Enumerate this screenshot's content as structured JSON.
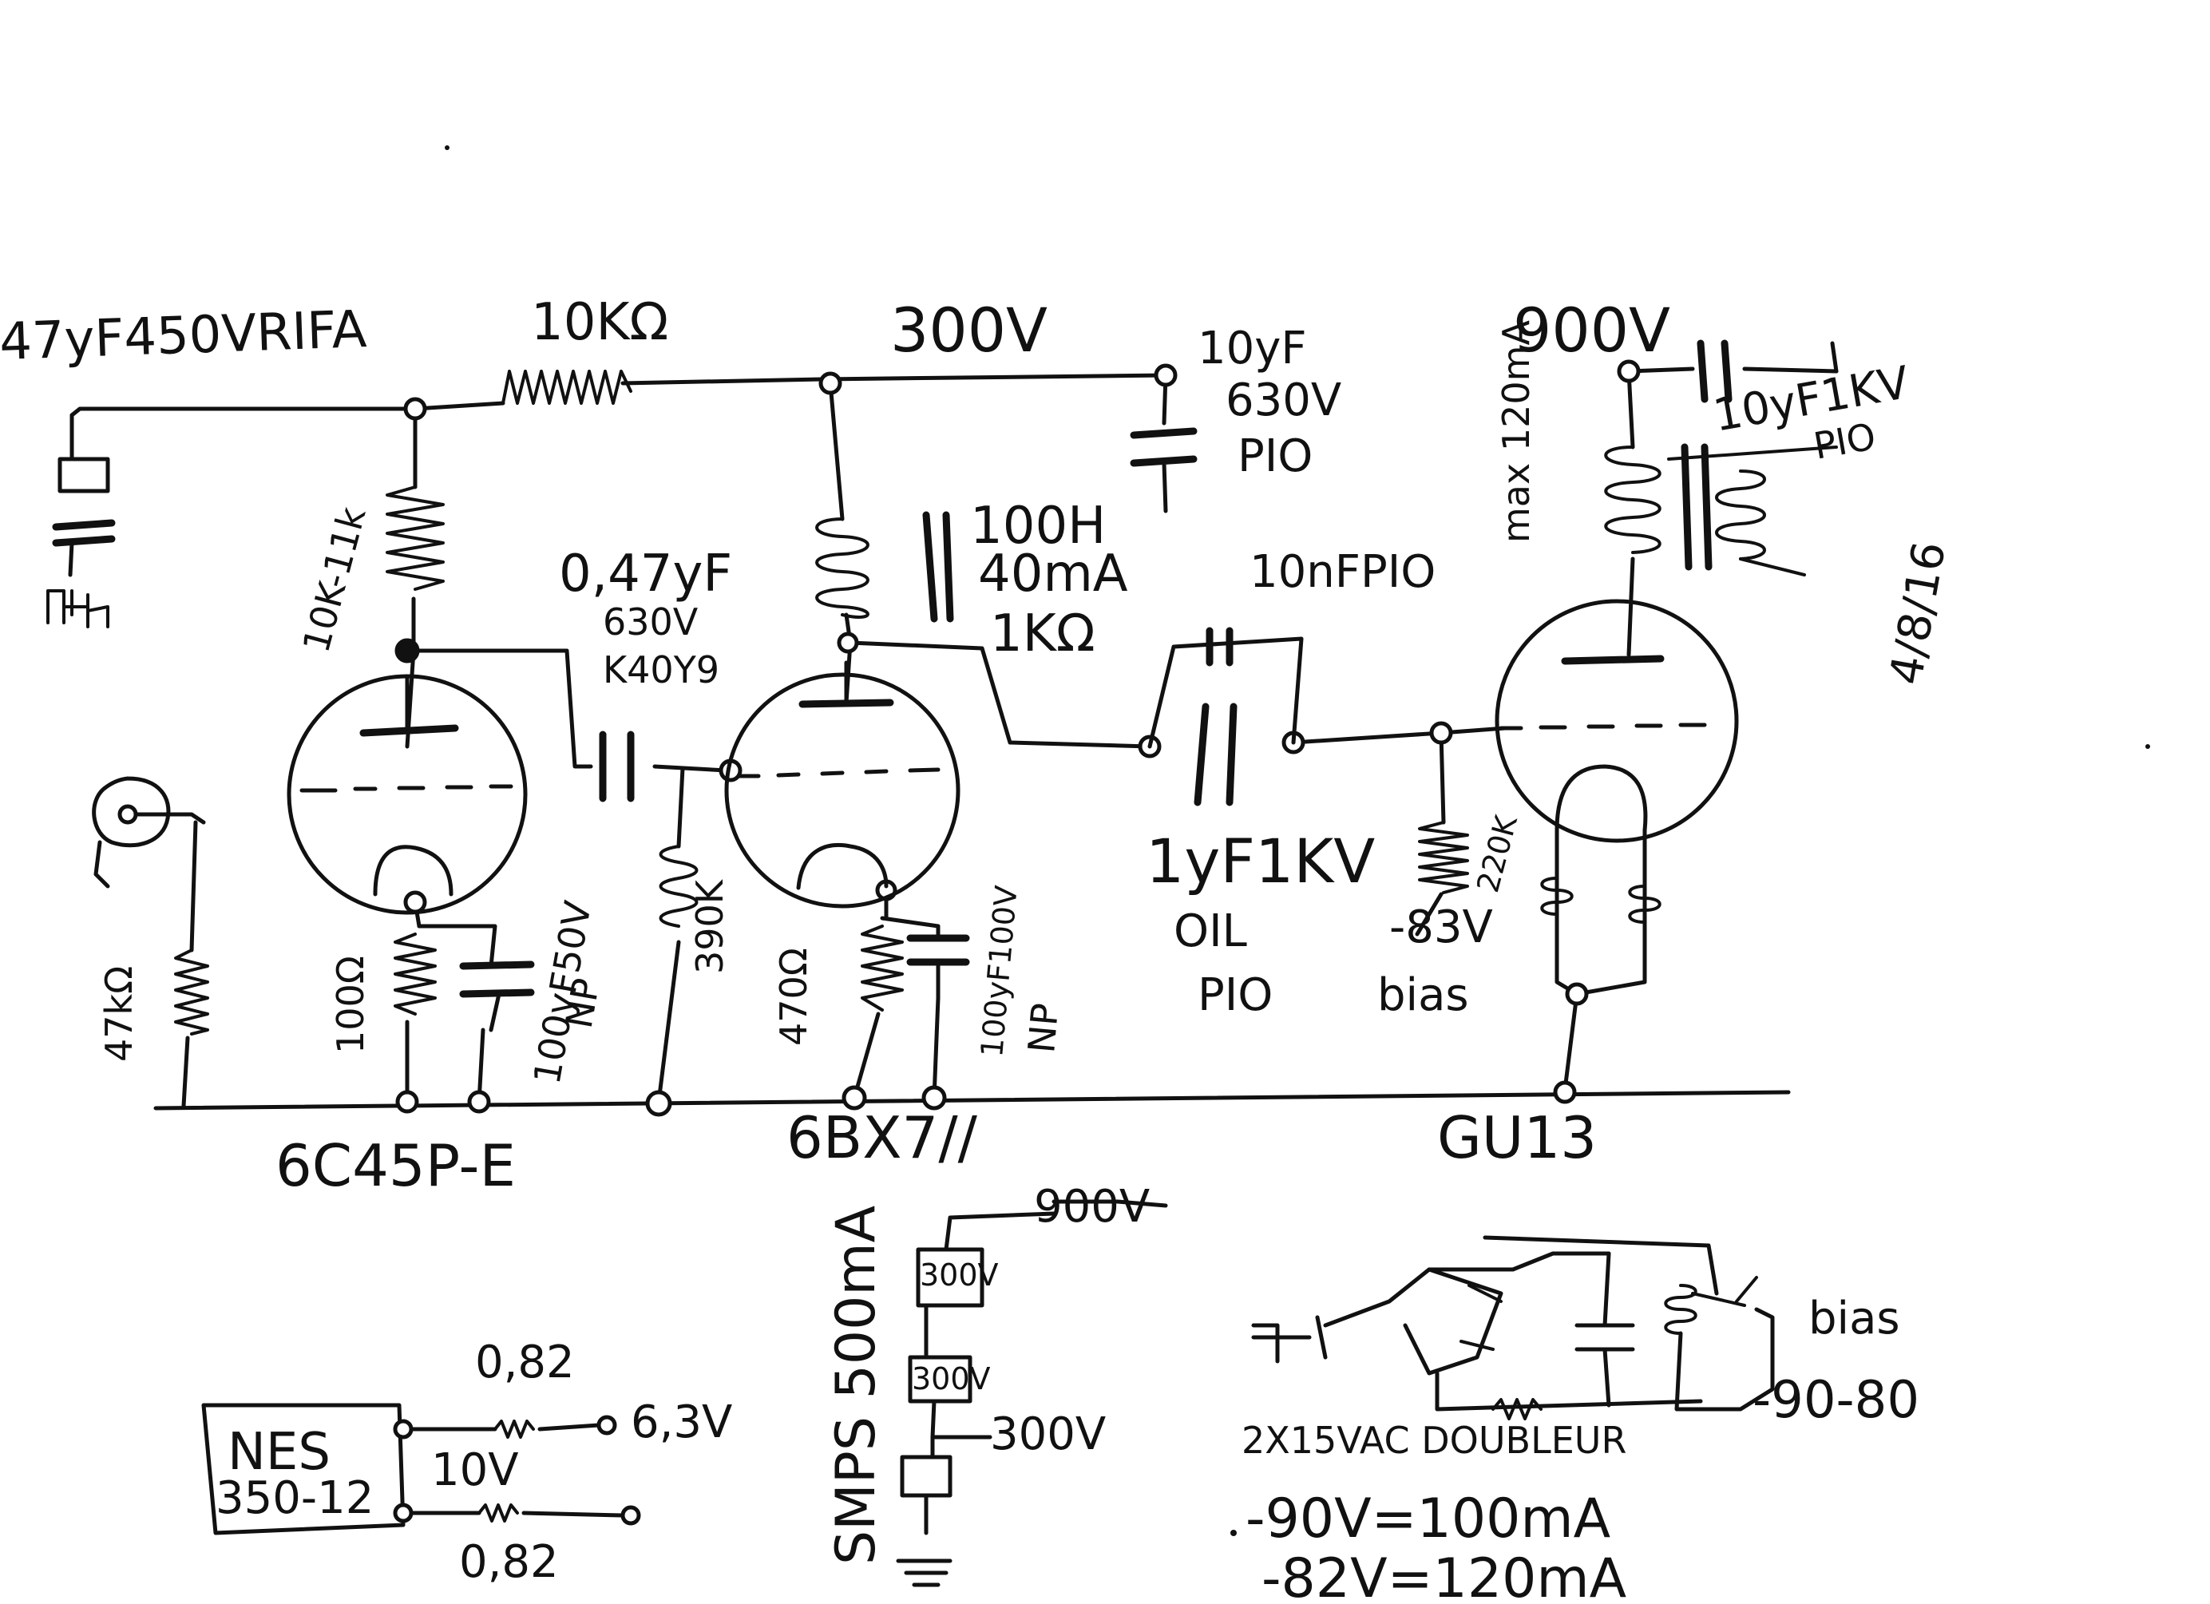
{
  "labels": {
    "cap_input_filter": "47yF450VRIFA",
    "res_10k": "10KΩ",
    "v300": "300V",
    "cap_10uf_1": "10yF",
    "cap_10uf_2": "630V",
    "cap_10uf_3": "PIO",
    "v900": "900V",
    "cap_out_1": "10yF1KV",
    "cap_out_2": "PIO",
    "max_current": "max 120mA",
    "ot_taps": "4/8/16",
    "res_anode1": "10K-11k",
    "cap_coupling_1": "0,47yF",
    "cap_coupling_2": "630V",
    "cap_coupling_3": "K40Y9",
    "choke_1": "100H",
    "choke_2": "40mA",
    "res_1k": "1KΩ",
    "cap_10nf": "10nFPIO",
    "cap_1uf_1": "1yF1KV",
    "cap_1uf_2": "OIL",
    "cap_1uf_3": "PIO",
    "res_grid": "47kΩ",
    "res_cathode1": "100Ω",
    "cap_cathode1_1": "100yF50V",
    "cap_cathode1_2": "NP",
    "res_390k": "390K",
    "res_cathode2": "470Ω",
    "cap_cathode2_1": "100yF100V",
    "cap_cathode2_2": "NP",
    "res_220k": "220K",
    "bias_v": "-83V",
    "bias_label": "bias",
    "tube1": "6C45P-E",
    "tube2": "6BX7//",
    "tube3": "GU13",
    "smps_v900": "900V",
    "smps_mod1": "300V",
    "smps_mod2": "300V",
    "smps_v300": "300V",
    "smps_title": "SMPS 500mA",
    "nes_line1": "NES",
    "nes_line2": "350-12",
    "nes_r1": "0,82",
    "nes_r2": "0,82",
    "nes_out1": "6,3V",
    "nes_out2": "10V",
    "bias_sup_label": "bias",
    "bias_sup_range": "-90-80",
    "doubler_label": "2X15VAC DOUBLEUR",
    "note1": "-90V=100mA",
    "note2": "-82V=120mA"
  }
}
